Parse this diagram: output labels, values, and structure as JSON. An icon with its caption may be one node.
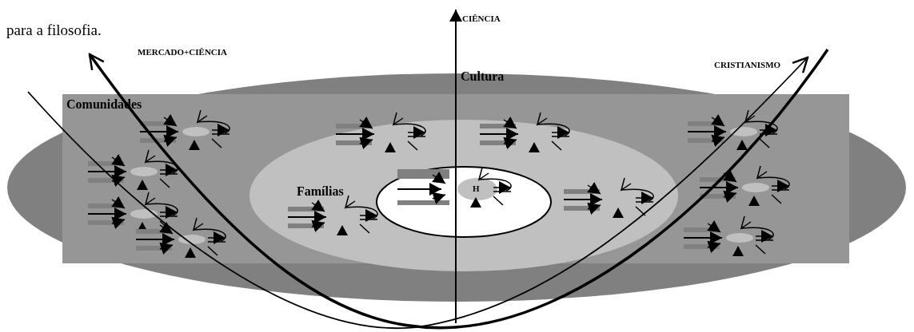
{
  "diagram": {
    "nodes": [
      {
        "text": [
          "Cultura"
        ]
      },
      {
        "text": [
          "Comunidades"
        ],
        "in": 0
      },
      {
        "text": [
          "Famílias"
        ],
        "in": 1
      },
      {
        "text": [],
        "shape": "ellipse",
        "in": 2
      },
      {
        "text": [
          "H"
        ],
        "in": 3
      }
    ],
    "labels": [
      "para a filosofia.",
      "CIÊNCIA",
      "MERCADO+CIÊNCIA",
      "CRISTIANISMO"
    ]
  }
}
